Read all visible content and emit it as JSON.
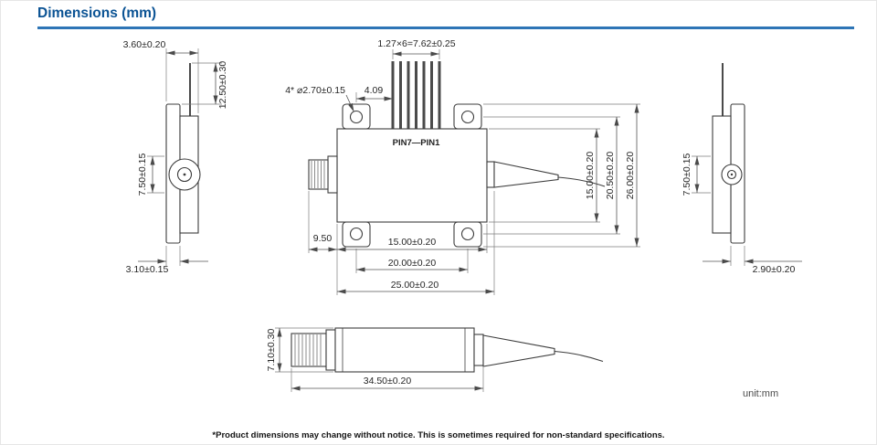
{
  "title": "Dimensions (mm)",
  "unit_label": "unit:mm",
  "footnote": "*Product dimensions may change without notice. This is sometimes required for non-standard specifications.",
  "views": {
    "left": {
      "dim_depth_top": "3.60±0.20",
      "dim_pin_length": "12.50±0.30",
      "dim_boss_dia": "7.50±0.15",
      "dim_flange_thickness": "3.10±0.15"
    },
    "top": {
      "dim_pin_pitch": "1.27×6=7.62±0.25",
      "dim_hole": "4* ⌀2.70±0.15",
      "dim_pin_offset": "4.09",
      "pin_row_label": "PIN7—PIN1",
      "dim_body_width": "15.00±0.20",
      "dim_hole_span_v": "20.50±0.20",
      "dim_overall_width": "26.00±0.20",
      "dim_sma_length": "9.50",
      "dim_body_length": "15.00±0.20",
      "dim_hole_span_h": "20.00±0.20",
      "dim_overall_length": "25.00±0.20"
    },
    "right": {
      "dim_boss_dia": "7.50±0.15",
      "dim_flange_thickness": "2.90±0.20"
    },
    "side": {
      "dim_body_height": "7.10±0.30",
      "dim_overall_length": "34.50±0.20"
    }
  }
}
